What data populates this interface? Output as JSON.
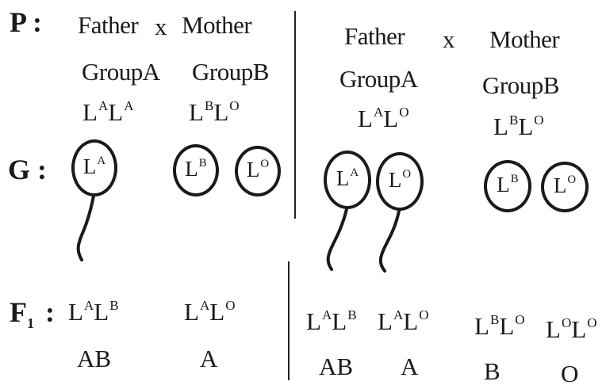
{
  "labels": {
    "parents": "P :",
    "gametes": "G :",
    "f1": "F",
    "f1_sub": "1",
    "f1_colon": ":"
  },
  "cross1": {
    "father": "Father",
    "cross_sign": "x",
    "mother": "Mother",
    "father_group": "GroupA",
    "mother_group": "GroupB",
    "father_genotype": {
      "base1": "L",
      "sup1": "A",
      "base2": "L",
      "sup2": "A"
    },
    "mother_genotype": {
      "base1": "L",
      "sup1": "B",
      "base2": "L",
      "sup2": "O"
    },
    "gametes": [
      {
        "base": "L",
        "sup": "A",
        "kind": "sperm"
      },
      {
        "base": "L",
        "sup": "B",
        "kind": "egg"
      },
      {
        "base": "L",
        "sup": "O",
        "kind": "egg"
      }
    ],
    "offspring": [
      {
        "base1": "L",
        "sup1": "A",
        "base2": "L",
        "sup2": "B",
        "phenotype": "AB"
      },
      {
        "base1": "L",
        "sup1": "A",
        "base2": "L",
        "sup2": "O",
        "phenotype": "A"
      }
    ]
  },
  "cross2": {
    "father": "Father",
    "cross_sign": "x",
    "mother": "Mother",
    "father_group": "GroupA",
    "mother_group": "GroupB",
    "father_genotype": {
      "base1": "L",
      "sup1": "A",
      "base2": "L",
      "sup2": "O"
    },
    "mother_genotype": {
      "base1": "L",
      "sup1": "B",
      "base2": "L",
      "sup2": "O"
    },
    "gametes": [
      {
        "base": "L",
        "sup": "A",
        "kind": "sperm"
      },
      {
        "base": "L",
        "sup": "O",
        "kind": "sperm"
      },
      {
        "base": "L",
        "sup": "B",
        "kind": "egg"
      },
      {
        "base": "L",
        "sup": "O",
        "kind": "egg"
      }
    ],
    "offspring": [
      {
        "base1": "L",
        "sup1": "A",
        "base2": "L",
        "sup2": "B",
        "phenotype": "AB"
      },
      {
        "base1": "L",
        "sup1": "A",
        "base2": "L",
        "sup2": "O",
        "phenotype": "A"
      },
      {
        "base1": "L",
        "sup1": "B",
        "base2": "L",
        "sup2": "O",
        "phenotype": "B"
      },
      {
        "base1": "L",
        "sup1": "O",
        "base2": "L",
        "sup2": "O",
        "phenotype": "O"
      }
    ]
  },
  "colors": {
    "ink": "#1a1a1a",
    "background": "#ffffff"
  }
}
